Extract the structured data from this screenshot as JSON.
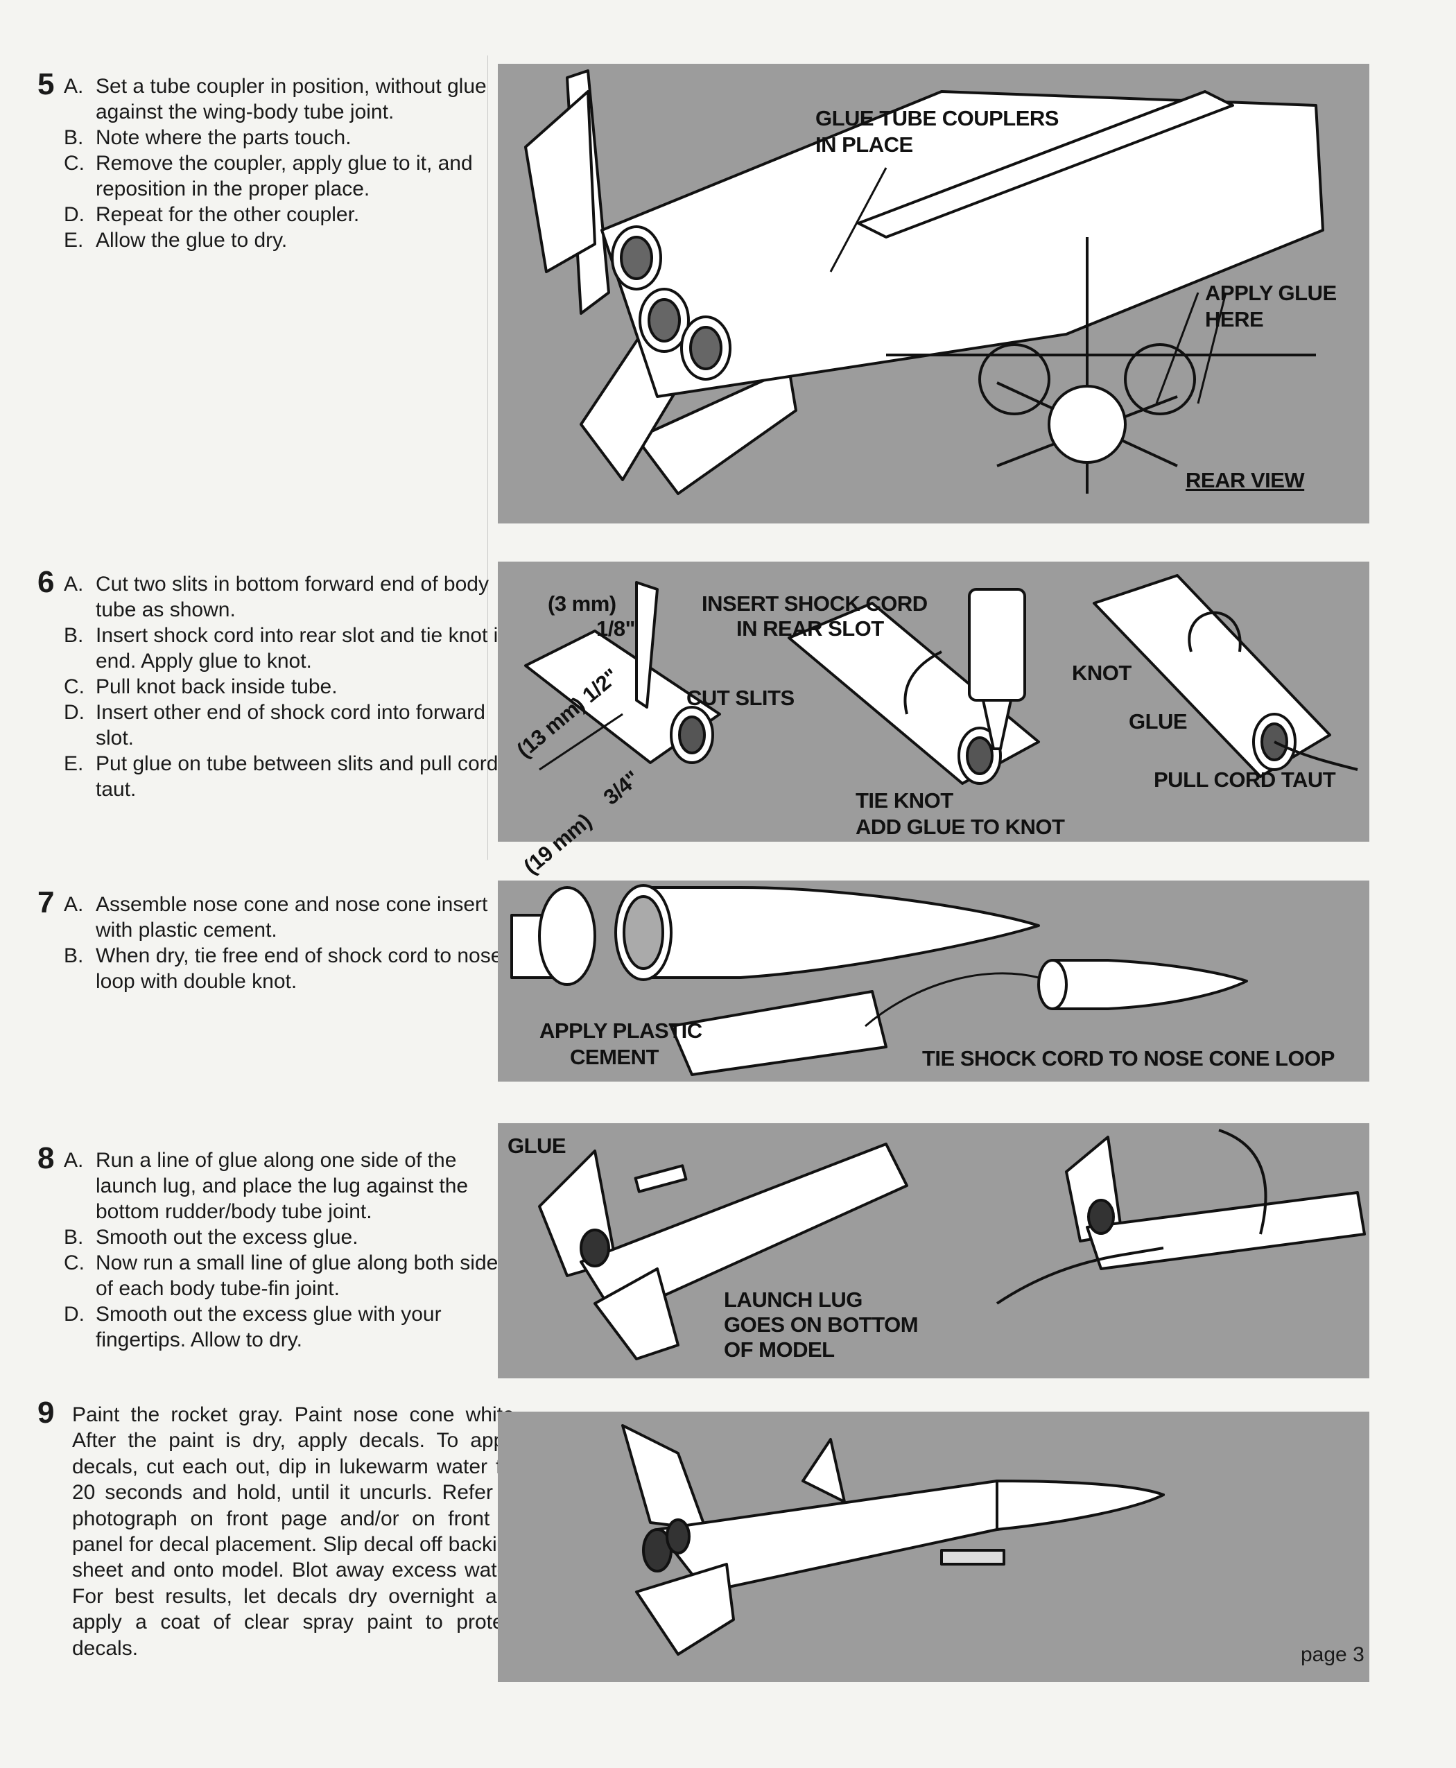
{
  "steps": {
    "s5": {
      "number": "5",
      "items": [
        {
          "letter": "A.",
          "text": "Set a tube coupler in position, without glue against the wing-body tube joint."
        },
        {
          "letter": "B.",
          "text": "Note where the parts touch."
        },
        {
          "letter": "C.",
          "text": "Remove the coupler, apply glue to it, and reposition in the proper place."
        },
        {
          "letter": "D.",
          "text": "Repeat for the other coupler."
        },
        {
          "letter": "E.",
          "text": "Allow the glue to dry."
        }
      ]
    },
    "s6": {
      "number": "6",
      "items": [
        {
          "letter": "A.",
          "text": "Cut two slits in bottom forward end of body tube as shown."
        },
        {
          "letter": "B.",
          "text": "Insert shock cord into rear slot and tie knot in end. Apply glue to knot."
        },
        {
          "letter": "C.",
          "text": "Pull knot back inside tube."
        },
        {
          "letter": "D.",
          "text": "Insert other end of shock cord into forward slot."
        },
        {
          "letter": "E.",
          "text": "Put glue on tube between slits and pull cord taut."
        }
      ]
    },
    "s7": {
      "number": "7",
      "items": [
        {
          "letter": "A.",
          "text": "Assemble nose cone and nose cone insert with plastic cement."
        },
        {
          "letter": "B.",
          "text": "When dry, tie free end of shock cord to nose loop with double knot."
        }
      ]
    },
    "s8": {
      "number": "8",
      "items": [
        {
          "letter": "A.",
          "text": "Run a line of glue along one side of the launch lug, and place the lug against the bottom rudder/body tube joint."
        },
        {
          "letter": "B.",
          "text": "Smooth out the excess glue."
        },
        {
          "letter": "C.",
          "text": "Now run a small line of glue along both sides of each body tube-fin joint."
        },
        {
          "letter": "D.",
          "text": "Smooth out the excess glue with your fingertips. Allow to dry."
        }
      ]
    },
    "s9": {
      "number": "9",
      "text": "Paint the rocket gray. Paint nose cone white. After the paint is dry, apply decals. To apply decals, cut each out, dip in lukewarm water for 20 seconds and hold, until it uncurls. Refer to photograph on front page and/or on front of panel for decal placement. Slip decal off backing sheet and onto model. Blot away excess water. For best results, let decals dry overnight and apply a coat of clear spray paint to protect decals."
    }
  },
  "callouts": {
    "p5": {
      "glue_couplers_1": "GLUE TUBE COUPLERS",
      "glue_couplers_2": "IN PLACE",
      "apply_glue_1": "APPLY GLUE",
      "apply_glue_2": "HERE",
      "rear_view": "REAR VIEW"
    },
    "p6": {
      "mm3": "(3 mm)",
      "in18": "1/8\"",
      "insert_1": "INSERT SHOCK CORD",
      "insert_2": "IN REAR SLOT",
      "cut_slits": "CUT SLITS",
      "knot": "KNOT",
      "glue": "GLUE",
      "pull": "PULL CORD TAUT",
      "tie_knot": "TIE KNOT",
      "add_glue": "ADD GLUE TO KNOT",
      "mm13": "(13 mm) 1/2\"",
      "in34": "3/4\"",
      "mm19": "(19 mm)"
    },
    "p7": {
      "apply_cement_1": "APPLY PLASTIC",
      "apply_cement_2": "CEMENT",
      "tie_shock": "TIE SHOCK CORD TO NOSE CONE LOOP"
    },
    "p8": {
      "glue": "GLUE",
      "lug_1": "LAUNCH LUG",
      "lug_2": "GOES ON BOTTOM",
      "lug_3": "OF MODEL"
    }
  },
  "footer": {
    "page": "page 3"
  },
  "colors": {
    "panel_bg": "#9c9c9c",
    "page_bg": "#f4f4f1",
    "line": "#111111",
    "part": "#ffffff"
  }
}
